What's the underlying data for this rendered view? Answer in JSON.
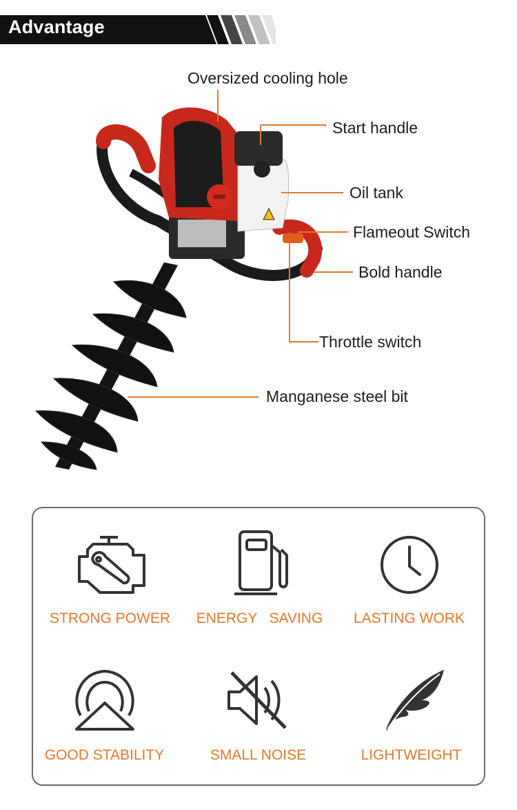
{
  "header": {
    "title": "Advantage"
  },
  "callouts": [
    "Oversized cooling hole",
    "Start handle",
    "Oil tank",
    "Flameout Switch",
    "Bold handle",
    "Throttle switch",
    "Manganese steel bit"
  ],
  "features": [
    {
      "label": "STRONG POWER",
      "icon": "engine-icon"
    },
    {
      "label": "ENERGY   SAVING",
      "icon": "fuel-pump-icon"
    },
    {
      "label": "LASTING WORK",
      "icon": "clock-icon"
    },
    {
      "label": "GOOD STABILITY",
      "icon": "stability-icon"
    },
    {
      "label": "SMALL NOISE",
      "icon": "mute-speaker-icon"
    },
    {
      "label": "LIGHTWEIGHT",
      "icon": "feather-icon"
    }
  ],
  "colors": {
    "accent": "#e8772a",
    "banner": "#111111",
    "product_red": "#c8281c"
  }
}
